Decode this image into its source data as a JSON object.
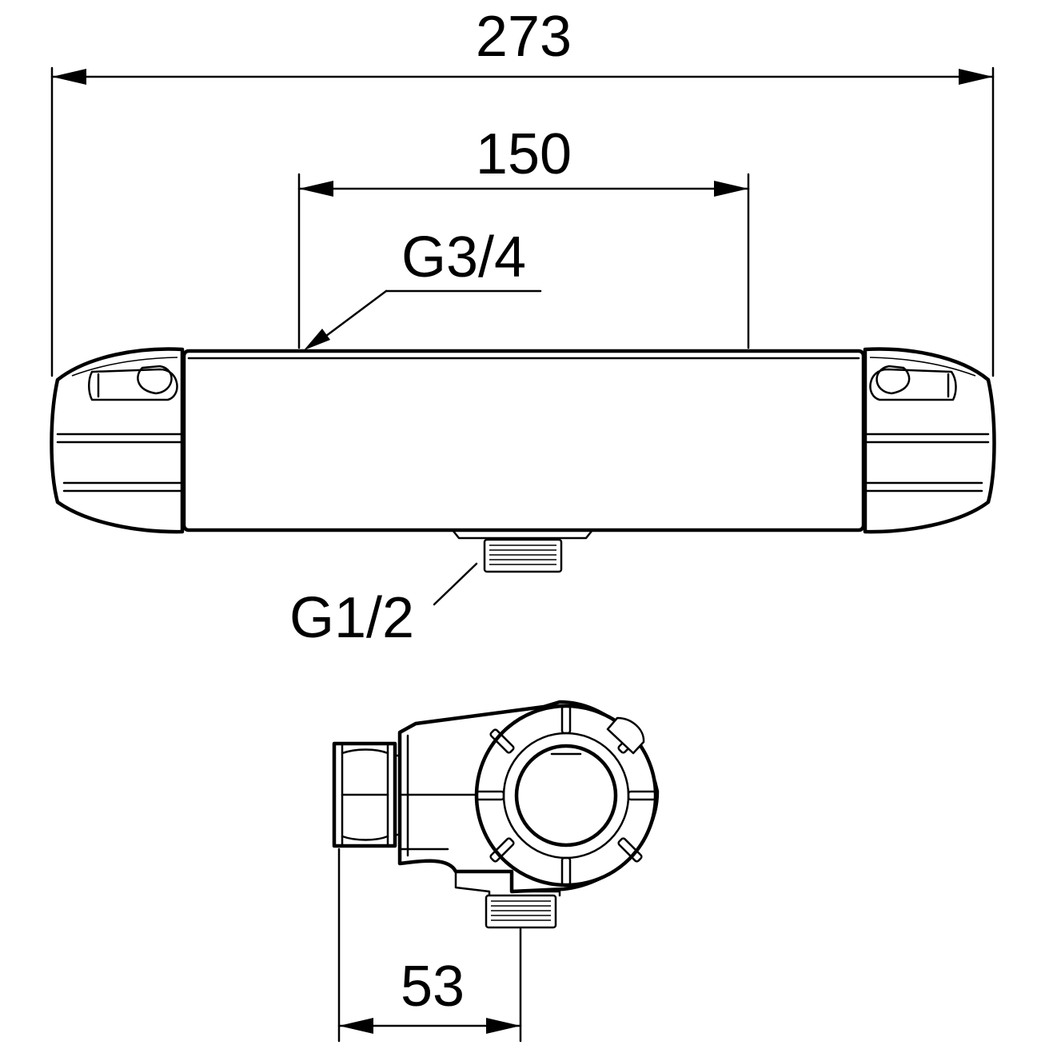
{
  "dimensions": {
    "overall_width": "273",
    "inlet_spacing": "150",
    "depth": "53"
  },
  "threads": {
    "inlet": "G3/4",
    "outlet": "G1/2"
  },
  "colors": {
    "line": "#000000",
    "background": "#ffffff"
  }
}
